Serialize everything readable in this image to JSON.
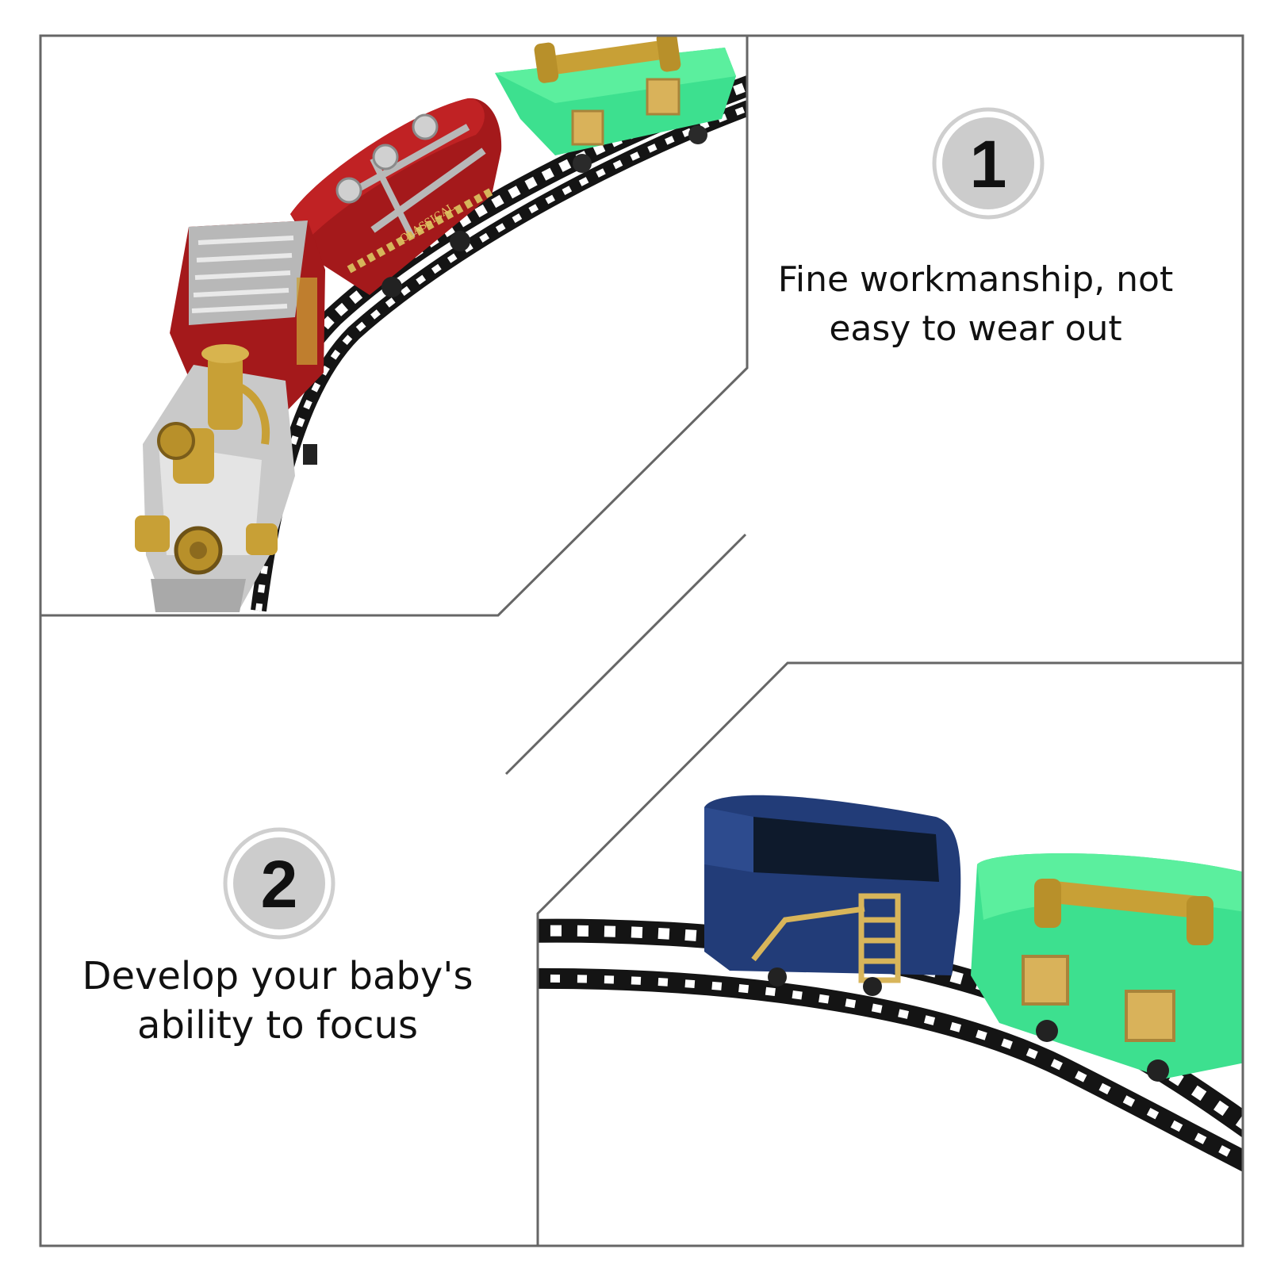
{
  "features": [
    {
      "number": "1",
      "line1": "Fine workmanship, not",
      "line2": "easy to wear out"
    },
    {
      "number": "2",
      "line1": "Develop your baby's",
      "line2": "ability to focus"
    }
  ],
  "product_labels": {
    "car_lettering": "CLASSICAL"
  },
  "colors": {
    "frame": "#666666",
    "badge_fill": "#cccccc",
    "badge_ring": "#cfcfcf",
    "text": "#111111",
    "track": "#141414",
    "locomotive_red": "#a4191b",
    "locomotive_silver": "#c9c9c9",
    "brass": "#c8a036",
    "passenger_car_green": "#3de08f",
    "coal_tender_blue": "#223c78"
  }
}
